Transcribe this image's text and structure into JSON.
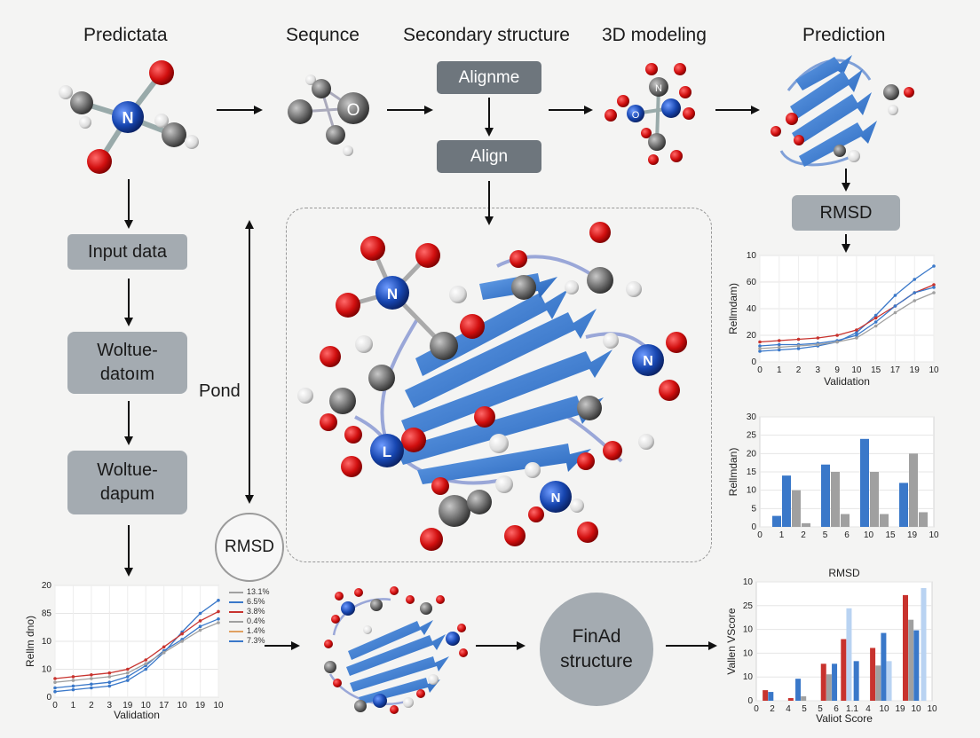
{
  "stages": {
    "predictata": "Predictata",
    "sequnce": "Sequnce",
    "secondary": "Secondary structure",
    "modeling": "3D modeling",
    "prediction": "Prediction"
  },
  "boxes": {
    "alignme": "Alignme",
    "align": "Align",
    "input_data": "Input data",
    "woltue1_l1": "Woltue-",
    "woltue1_l2": "datoım",
    "woltue2_l1": "Woltue-",
    "woltue2_l2": "dapum",
    "rmsd_box": "RMSD"
  },
  "labels": {
    "pond": "Pond",
    "rmsd_circle": "RMSD",
    "final_l1": "FinAd",
    "final_l2": "structure",
    "atom_n1": "N",
    "atom_o": "O",
    "atom_n_small": "N",
    "atom_o_small": "O",
    "atom_n_center1": "N",
    "atom_n_center2": "N",
    "atom_n_center3": "N",
    "atom_l": "L"
  },
  "colors": {
    "box_dark": "#6e767d",
    "box_light": "#a4abb1",
    "blue": "#3a78c9",
    "red": "#c8332e",
    "gray": "#a0a0a0",
    "atom_red": "#d10f0f",
    "atom_blue": "#1746b0",
    "atom_gray": "#6c6c6c"
  },
  "chart_data": [
    {
      "type": "line",
      "ylabel": "Rellmdam)",
      "xlabel": "Validation",
      "x_ticks": [
        "0",
        "1",
        "2",
        "3",
        "9",
        "10",
        "15",
        "17",
        "19",
        "10"
      ],
      "y_ticks": [
        "10",
        "60",
        "40",
        "20",
        "0"
      ],
      "series": [
        {
          "color": "#3a78c9",
          "values": [
            8,
            9,
            10,
            12,
            15,
            22,
            35,
            50,
            62,
            72
          ]
        },
        {
          "color": "#c8332e",
          "values": [
            15,
            16,
            17,
            18,
            20,
            24,
            33,
            42,
            52,
            58
          ]
        },
        {
          "color": "#3a78c9",
          "values": [
            12,
            13,
            13,
            14,
            16,
            20,
            30,
            42,
            52,
            56
          ]
        },
        {
          "color": "#a0a0a0",
          "values": [
            10,
            11,
            12,
            13,
            15,
            18,
            27,
            37,
            46,
            52
          ]
        }
      ]
    },
    {
      "type": "bar",
      "ylabel": "Rellmdan)",
      "x_ticks": [
        "0",
        "1",
        "2",
        "5",
        "6",
        "10",
        "15",
        "19",
        "10"
      ],
      "y_ticks": [
        "30",
        "25",
        "20",
        "15",
        "10",
        "5",
        "0"
      ],
      "series": [
        {
          "color": "#3a78c9",
          "values": [
            3,
            14,
            0,
            17,
            0,
            24,
            0,
            12,
            0
          ]
        },
        {
          "color": "#a0a0a0",
          "values": [
            0,
            10,
            2,
            0,
            15,
            0,
            15,
            0,
            20
          ]
        }
      ],
      "bars": [
        {
          "pos": 0.5,
          "value": 3,
          "color": "blue"
        },
        {
          "pos": 1,
          "value": 14,
          "color": "blue"
        },
        {
          "pos": 1.5,
          "value": 10,
          "color": "gray"
        },
        {
          "pos": 2,
          "value": 1,
          "color": "gray"
        },
        {
          "pos": 3,
          "value": 17,
          "color": "blue"
        },
        {
          "pos": 3.5,
          "value": 15,
          "color": "gray"
        },
        {
          "pos": 4,
          "value": 3.5,
          "color": "gray"
        },
        {
          "pos": 5,
          "value": 24,
          "color": "blue"
        },
        {
          "pos": 5.5,
          "value": 15,
          "color": "gray"
        },
        {
          "pos": 6,
          "value": 3.5,
          "color": "gray"
        },
        {
          "pos": 7,
          "value": 12,
          "color": "blue"
        },
        {
          "pos": 7.5,
          "value": 20,
          "color": "gray"
        },
        {
          "pos": 8,
          "value": 4,
          "color": "gray"
        }
      ]
    },
    {
      "type": "bar",
      "title": "RMSD",
      "ylabel": "Vallen VScore",
      "xlabel": "Valiot Score",
      "x_ticks": [
        "0",
        "2",
        "4",
        "5",
        "5",
        "6",
        "1.1",
        "4",
        "10",
        "19",
        "10",
        "10"
      ],
      "y_ticks": [
        "10",
        "25",
        "10",
        "10",
        "10",
        "0"
      ],
      "bars": [
        {
          "pos": 0.3,
          "value": 12,
          "color": "red"
        },
        {
          "pos": 0.6,
          "value": 10,
          "color": "blue"
        },
        {
          "pos": 1.7,
          "value": 3,
          "color": "red"
        },
        {
          "pos": 2.1,
          "value": 25,
          "color": "blue"
        },
        {
          "pos": 2.4,
          "value": 5,
          "color": "gray"
        },
        {
          "pos": 3.5,
          "value": 42,
          "color": "red"
        },
        {
          "pos": 3.8,
          "value": 30,
          "color": "gray"
        },
        {
          "pos": 4.1,
          "value": 42,
          "color": "blue"
        },
        {
          "pos": 4.6,
          "value": 70,
          "color": "red"
        },
        {
          "pos": 4.9,
          "value": 105,
          "color": "lightblue"
        },
        {
          "pos": 5.3,
          "value": 45,
          "color": "blue"
        },
        {
          "pos": 6.2,
          "value": 60,
          "color": "red"
        },
        {
          "pos": 6.5,
          "value": 40,
          "color": "gray"
        },
        {
          "pos": 6.8,
          "value": 77,
          "color": "blue"
        },
        {
          "pos": 7.1,
          "value": 45,
          "color": "lightblue"
        },
        {
          "pos": 8.0,
          "value": 120,
          "color": "red"
        },
        {
          "pos": 8.3,
          "value": 92,
          "color": "gray"
        },
        {
          "pos": 8.6,
          "value": 80,
          "color": "blue"
        },
        {
          "pos": 9.0,
          "value": 128,
          "color": "lightblue"
        }
      ],
      "ymax": 135
    },
    {
      "type": "line",
      "ylabel": "Rellm dno)",
      "xlabel": "Validation",
      "x_ticks": [
        "0",
        "1",
        "2",
        "3",
        "19",
        "10",
        "17",
        "10",
        "19",
        "10"
      ],
      "y_ticks": [
        "20",
        "85",
        "10",
        "10",
        "0"
      ],
      "legend": [
        "13.1%",
        "6.5%",
        "3.8%",
        "0.4%",
        "1.4%",
        "7.3%"
      ],
      "series": [
        {
          "color": "#3a78c9",
          "values": [
            3,
            4,
            5,
            6,
            9,
            15,
            24,
            35,
            45,
            52
          ]
        },
        {
          "color": "#c8332e",
          "values": [
            10,
            11,
            12,
            13,
            15,
            20,
            27,
            34,
            41,
            46
          ]
        },
        {
          "color": "#3a78c9",
          "values": [
            5,
            6,
            7,
            8,
            11,
            17,
            25,
            31,
            38,
            42
          ]
        },
        {
          "color": "#a0a0a0",
          "values": [
            8,
            9,
            10,
            11,
            13,
            18,
            24,
            30,
            36,
            40
          ]
        }
      ],
      "legend_colors": [
        "#a0a0a0",
        "#3a78c9",
        "#c8332e",
        "#a0a0a0",
        "#e0a060",
        "#3a78c9"
      ]
    }
  ]
}
